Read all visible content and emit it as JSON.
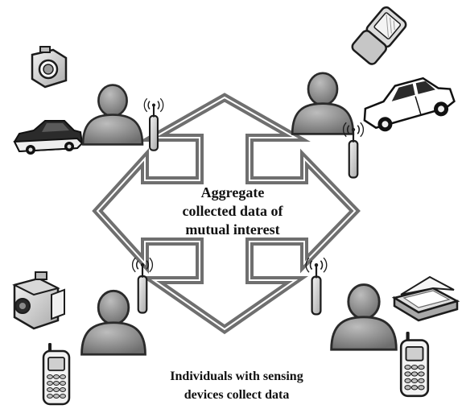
{
  "center_caption": {
    "line1": "Aggregate",
    "line2": "collected data of",
    "line3": "mutual interest"
  },
  "bottom_caption": {
    "line1": "Individuals with sensing",
    "line2": "devices collect data"
  },
  "colors": {
    "person_fill": "#8c8c8c",
    "person_stroke": "#2a2a2a",
    "arrow_outer": "#6f6f6f",
    "arrow_inner": "#ffffff",
    "device_fill": "#e8e8e8",
    "device_dark": "#1c1c1c"
  },
  "icons": {
    "top_left": [
      "camera-icon",
      "car-icon",
      "person-icon",
      "antenna-icon"
    ],
    "top_right": [
      "flip-phone-icon",
      "sedan-icon",
      "person-icon",
      "antenna-icon"
    ],
    "bottom_left": [
      "camcorder-icon",
      "mobile-phone-icon",
      "person-icon",
      "antenna-icon"
    ],
    "bottom_right": [
      "scanner-icon",
      "mobile-phone-icon",
      "person-icon",
      "antenna-icon"
    ]
  }
}
